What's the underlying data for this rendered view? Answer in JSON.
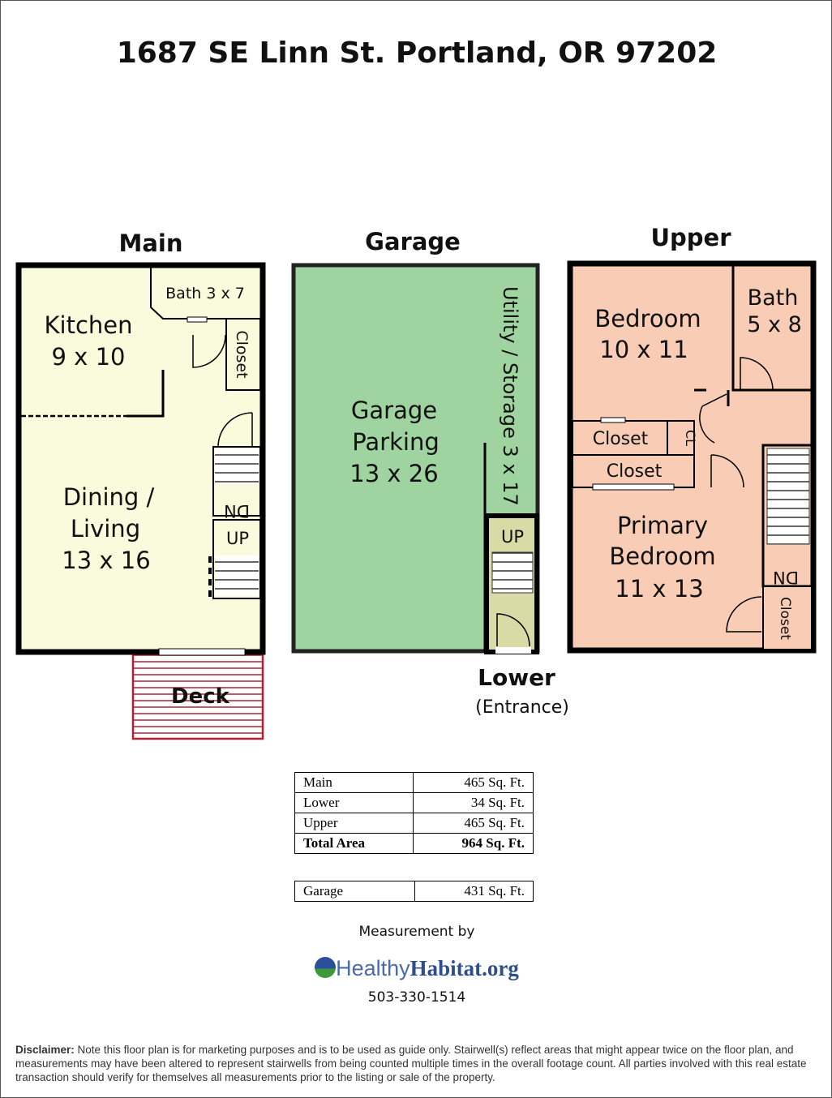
{
  "title": "1687 SE Linn St. Portland, OR 97202",
  "floors": {
    "main": {
      "label": "Main",
      "rooms": {
        "bath": "Bath 3 x 7",
        "closet": "Closet",
        "kitchen": [
          "Kitchen",
          "9 x 10"
        ],
        "dining": [
          "Dining /",
          "Living",
          "13 x 16"
        ],
        "dn": "DN",
        "up": "UP",
        "deck": "Deck"
      }
    },
    "garage": {
      "label": "Garage",
      "rooms": {
        "parking": [
          "Garage",
          "Parking",
          "13 x 26"
        ],
        "utility": "Utility / Storage 3 x 17",
        "up": "UP"
      }
    },
    "lower": {
      "label": "Lower",
      "sublabel": "(Entrance)"
    },
    "upper": {
      "label": "Upper",
      "rooms": {
        "bedroom": [
          "Bedroom",
          "10 x 11"
        ],
        "bath": [
          "Bath",
          "5 x 8"
        ],
        "closet1": "Closet",
        "cl": "CL",
        "closet2": "Closet",
        "primary": [
          "Primary",
          "Bedroom",
          "11 x 13"
        ],
        "dn": "DN",
        "closet3": "Closet"
      }
    }
  },
  "area_table": [
    {
      "name": "Main",
      "value": "465 Sq. Ft."
    },
    {
      "name": "Lower",
      "value": "34 Sq. Ft."
    },
    {
      "name": "Upper",
      "value": "465 Sq. Ft."
    },
    {
      "name": "Total Area",
      "value": "964 Sq. Ft."
    }
  ],
  "garage_table": [
    {
      "name": "Garage",
      "value": "431 Sq. Ft."
    }
  ],
  "measurement_by": "Measurement by",
  "logo": {
    "part1": "Healthy",
    "part2": "Habitat.org"
  },
  "phone": "503-330-1514",
  "disclaimer": {
    "label": "Disclaimer:",
    "text": " Note this floor plan is for marketing purposes and is to be used as guide only.  Stairwell(s) reflect areas that might appear twice on the floor plan, and measurements may have been altered to represent stairwells from being counted multiple times in the overall footage count.  All parties involved with this real estate transaction should verify for themselves all measurements prior to the listing or sale of the property."
  }
}
